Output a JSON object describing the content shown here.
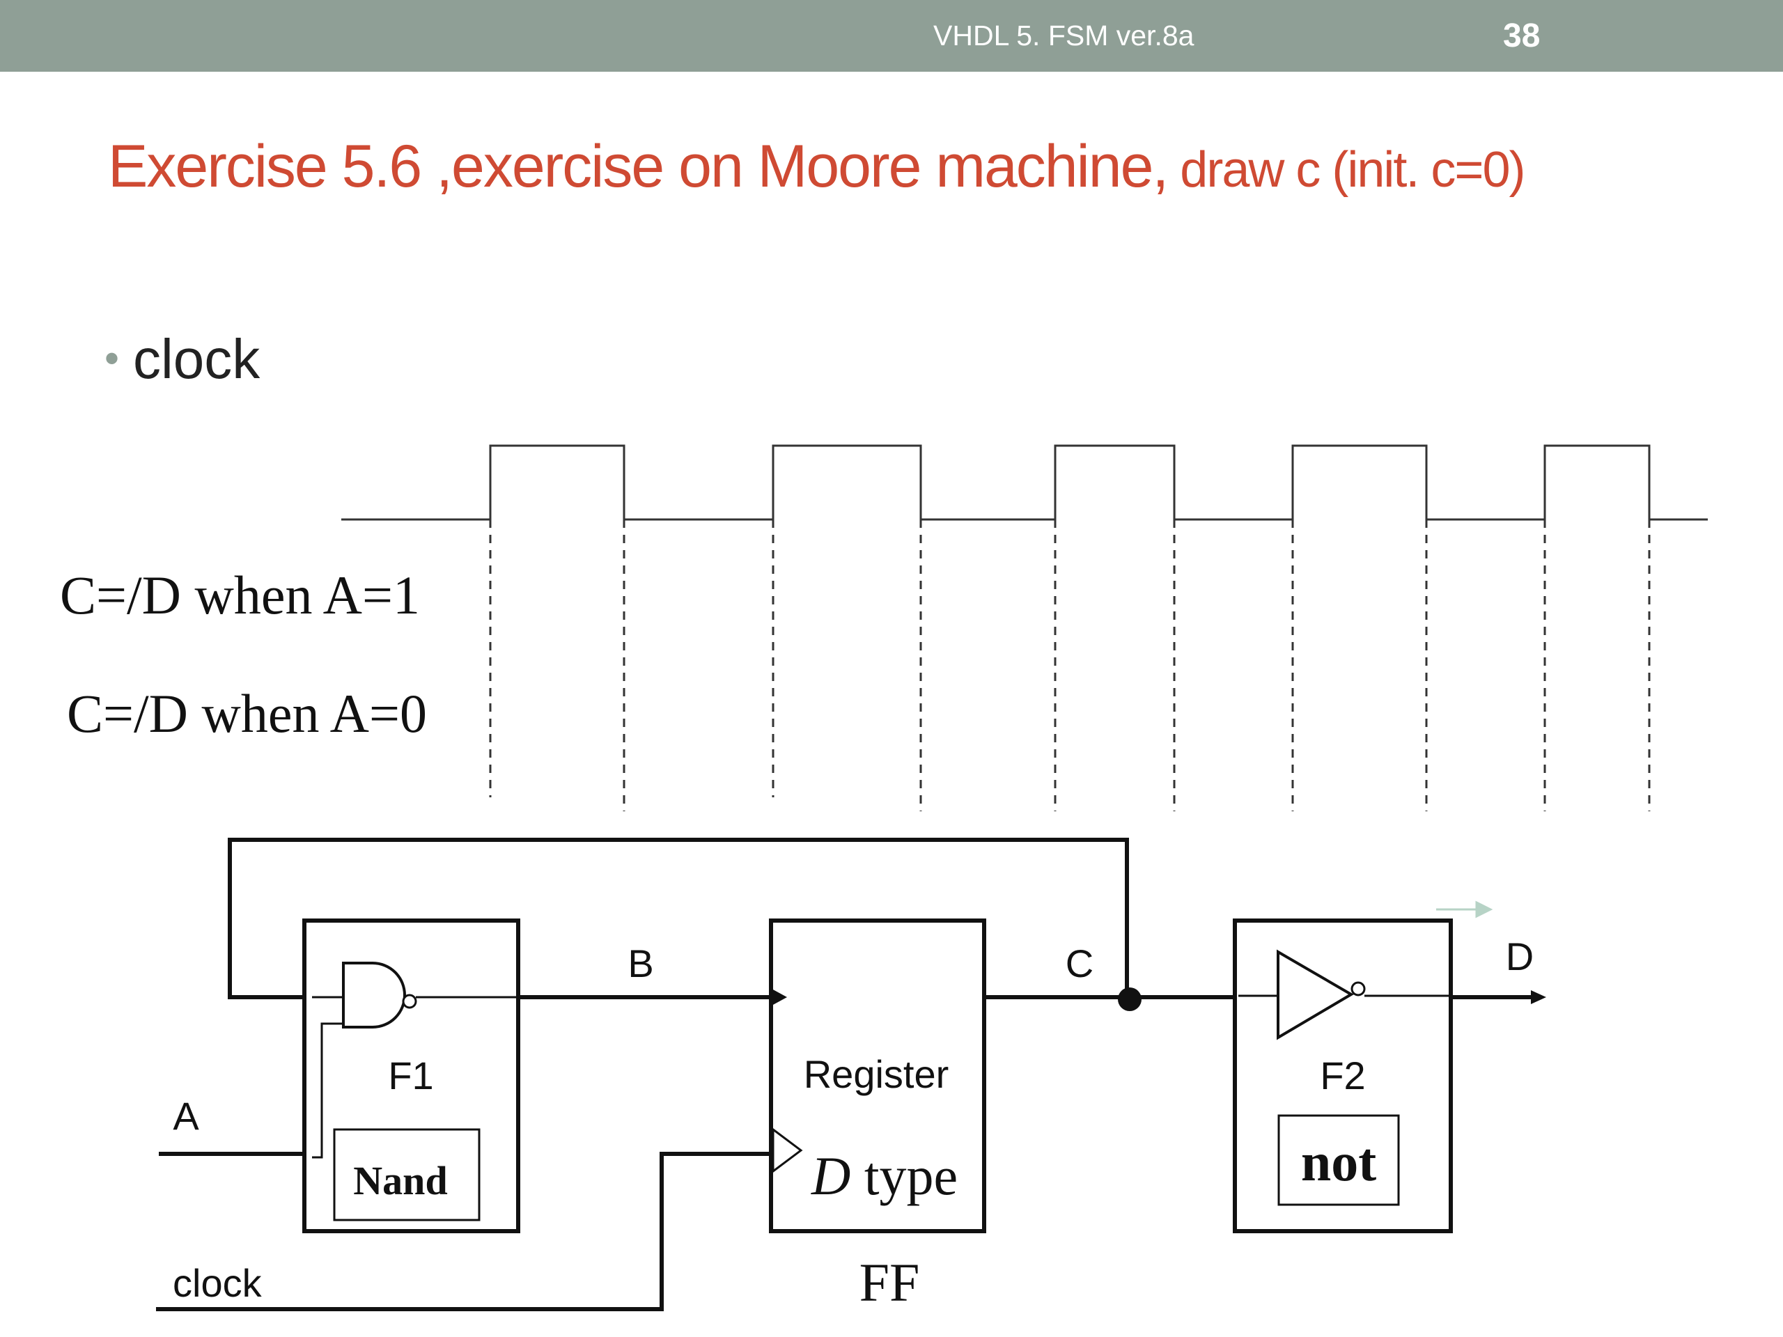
{
  "header": {
    "title": "VHDL 5. FSM ver.8a",
    "slide_number": "38"
  },
  "slide": {
    "title_main": "Exercise 5.6 ,exercise on Moore machine,",
    "title_tail": " draw c (init. c=0)",
    "bullet": "clock"
  },
  "waveform": {
    "label_a1": "C=/D when A=1",
    "label_a0": "C=/D when A=0"
  },
  "circuit": {
    "signal_b": "B",
    "signal_c": "C",
    "signal_d": "D",
    "input_a": "A",
    "input_clock": "clock",
    "block_f1": "F1",
    "block_f1_type": "Nand",
    "block_register": "Register",
    "register_type_d": "D",
    "register_type_word": " type",
    "register_caption": "FF",
    "block_f2": "F2",
    "block_f2_type": "not"
  },
  "colors": {
    "header_bg": "#8f9f96",
    "title": "#cf4a33",
    "line": "#111111"
  }
}
